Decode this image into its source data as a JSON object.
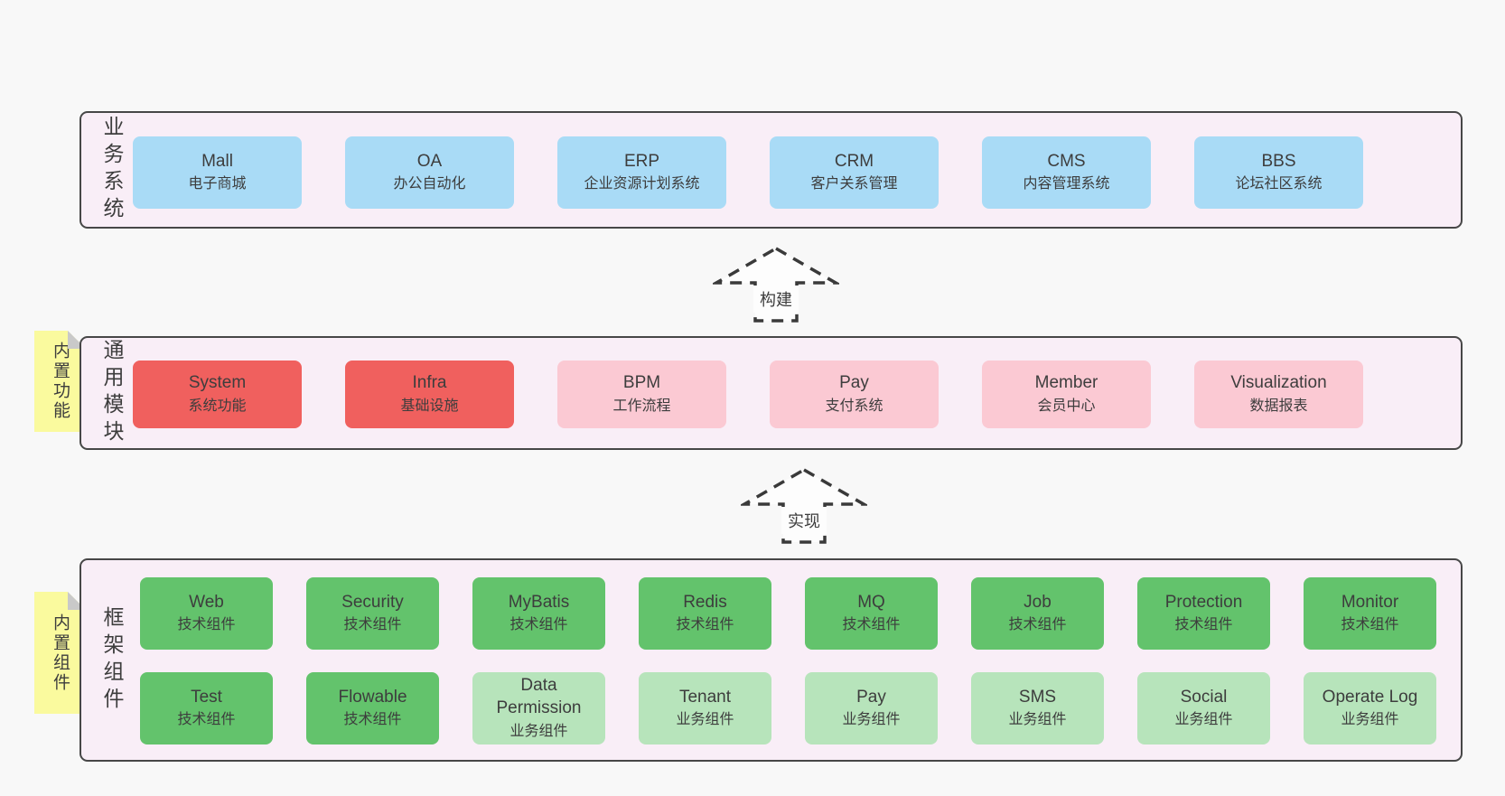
{
  "colors": {
    "page_bg": "#f8f8f8",
    "panel_bg": "#f9eef7",
    "panel_border": "#474747",
    "box_blue": "#a9dbf6",
    "box_red": "#f0605e",
    "box_pink": "#fbc9d3",
    "box_green": "#63c36c",
    "box_green_light": "#b7e4bb",
    "note_yellow": "#fafa9e",
    "note_fold_gray": "#c9c9c9",
    "text": "#3d3d3d",
    "arrow_stroke": "#3a3a3a"
  },
  "sections": [
    {
      "id": "business",
      "side_label": "业务系统",
      "boxes": [
        {
          "en": "Mall",
          "cn": "电子商城",
          "variant": "blue"
        },
        {
          "en": "OA",
          "cn": "办公自动化",
          "variant": "blue"
        },
        {
          "en": "ERP",
          "cn": "企业资源计划系统",
          "variant": "blue"
        },
        {
          "en": "CRM",
          "cn": "客户关系管理",
          "variant": "blue"
        },
        {
          "en": "CMS",
          "cn": "内容管理系统",
          "variant": "blue"
        },
        {
          "en": "BBS",
          "cn": "论坛社区系统",
          "variant": "blue"
        }
      ]
    },
    {
      "id": "modules",
      "side_label": "通用模块",
      "note": "内置功能",
      "boxes": [
        {
          "en": "System",
          "cn": "系统功能",
          "variant": "red"
        },
        {
          "en": "Infra",
          "cn": "基础设施",
          "variant": "red"
        },
        {
          "en": "BPM",
          "cn": "工作流程",
          "variant": "pink"
        },
        {
          "en": "Pay",
          "cn": "支付系统",
          "variant": "pink"
        },
        {
          "en": "Member",
          "cn": "会员中心",
          "variant": "pink"
        },
        {
          "en": "Visualization",
          "cn": "数据报表",
          "variant": "pink"
        }
      ]
    },
    {
      "id": "framework",
      "side_label": "框架组件",
      "note": "内置组件",
      "rows": [
        [
          {
            "en": "Web",
            "cn": "技术组件",
            "variant": "green"
          },
          {
            "en": "Security",
            "cn": "技术组件",
            "variant": "green"
          },
          {
            "en": "MyBatis",
            "cn": "技术组件",
            "variant": "green"
          },
          {
            "en": "Redis",
            "cn": "技术组件",
            "variant": "green"
          },
          {
            "en": "MQ",
            "cn": "技术组件",
            "variant": "green"
          },
          {
            "en": "Job",
            "cn": "技术组件",
            "variant": "green"
          },
          {
            "en": "Protection",
            "cn": "技术组件",
            "variant": "green"
          },
          {
            "en": "Monitor",
            "cn": "技术组件",
            "variant": "green"
          }
        ],
        [
          {
            "en": "Test",
            "cn": "技术组件",
            "variant": "green"
          },
          {
            "en": "Flowable",
            "cn": "技术组件",
            "variant": "green"
          },
          {
            "en": "Data Permission",
            "cn": "业务组件",
            "variant": "green-light"
          },
          {
            "en": "Tenant",
            "cn": "业务组件",
            "variant": "green-light"
          },
          {
            "en": "Pay",
            "cn": "业务组件",
            "variant": "green-light"
          },
          {
            "en": "SMS",
            "cn": "业务组件",
            "variant": "green-light"
          },
          {
            "en": "Social",
            "cn": "业务组件",
            "variant": "green-light"
          },
          {
            "en": "Operate Log",
            "cn": "业务组件",
            "variant": "green-light"
          }
        ]
      ]
    }
  ],
  "arrows": [
    {
      "label": "构建"
    },
    {
      "label": "实现"
    }
  ]
}
